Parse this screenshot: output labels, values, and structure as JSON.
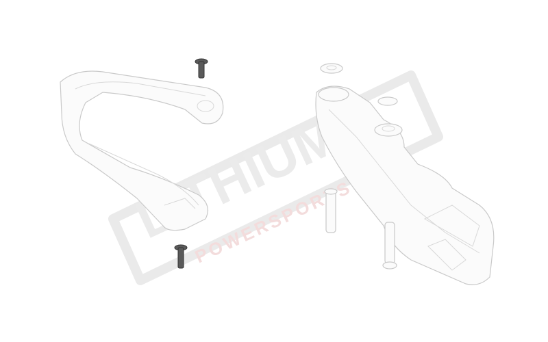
{
  "watermark": {
    "brand": "LITHIUM",
    "sub": "POWERSPORTS",
    "color_main": "#e6e6e6",
    "color_sub": "#f3d6d6"
  },
  "parts": [
    {
      "name": "chain-slider"
    },
    {
      "name": "swingarm-chain-guide"
    },
    {
      "name": "bolt"
    },
    {
      "name": "spacer"
    }
  ]
}
